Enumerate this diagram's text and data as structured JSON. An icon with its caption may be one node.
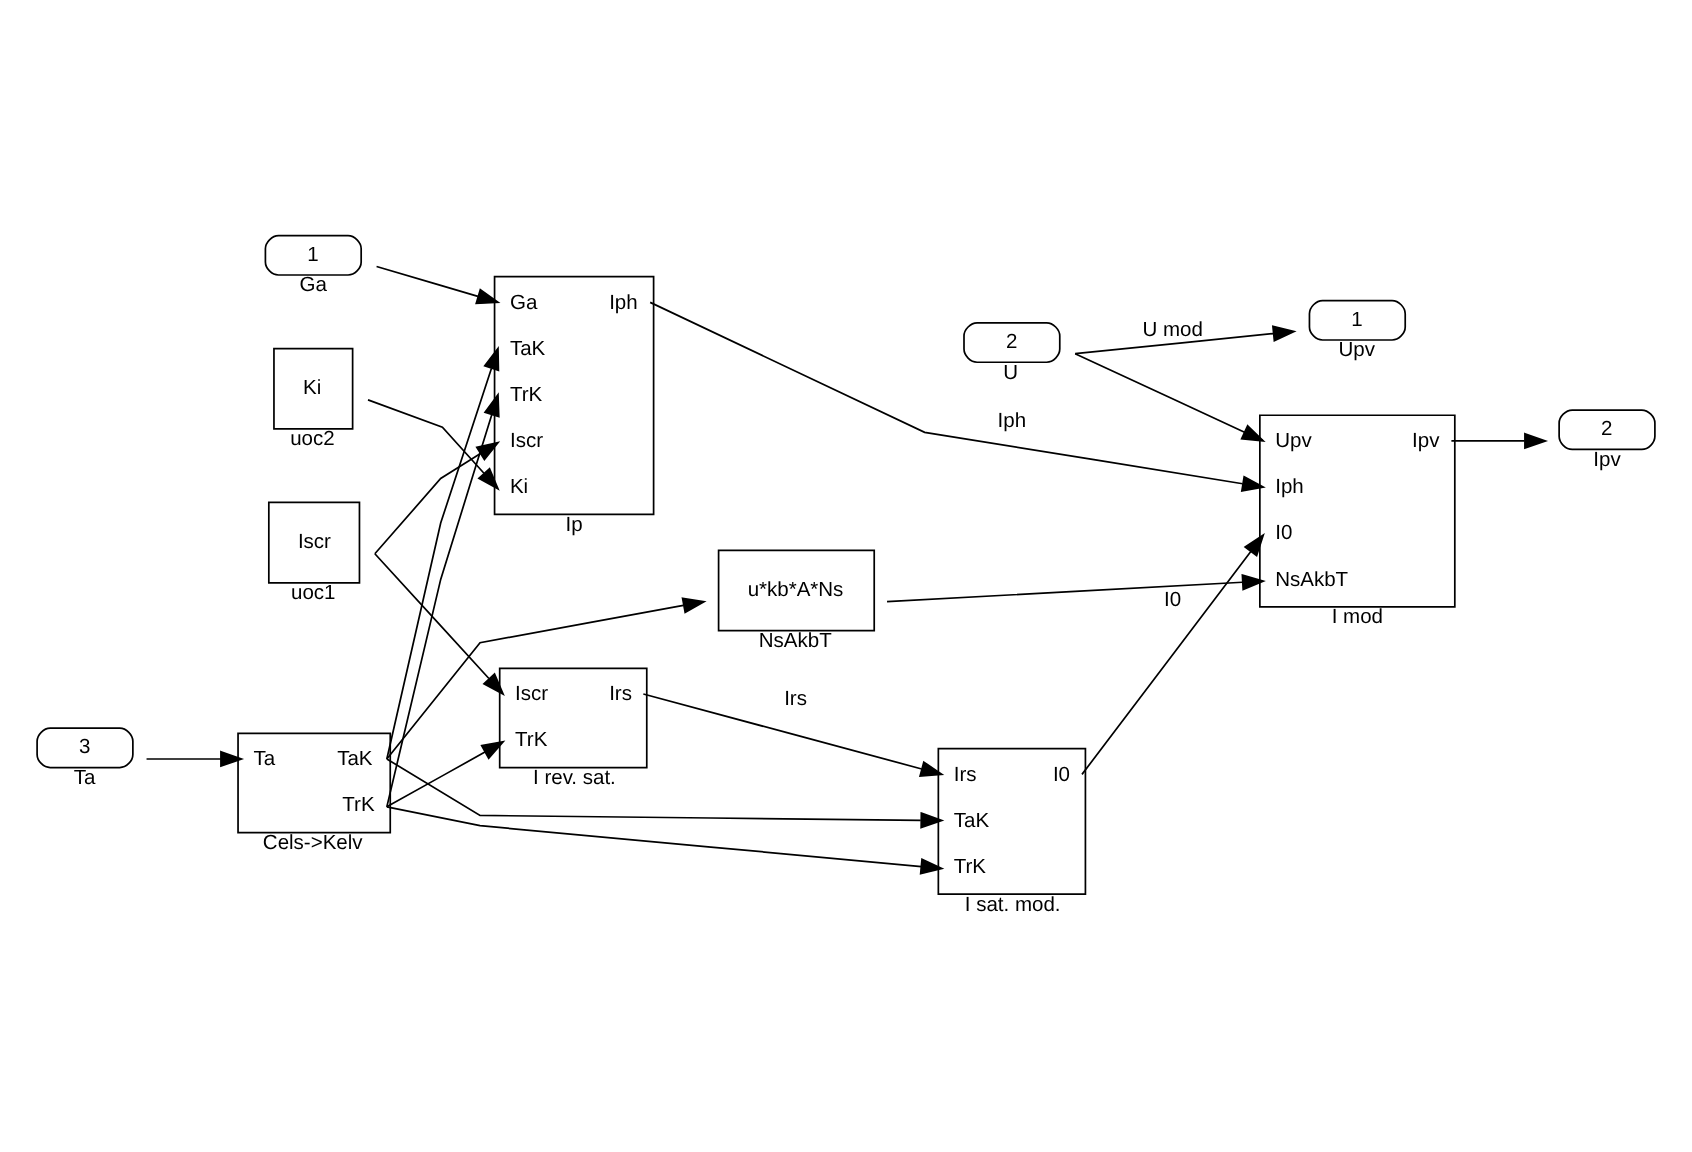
{
  "diagram": {
    "nodes": [
      {
        "text": [
          "1"
        ],
        "beside": [
          "Ga"
        ]
      },
      {
        "text": [
          "3"
        ],
        "beside": [
          "Ta"
        ]
      },
      {
        "text": [
          "Ta",
          "TaK",
          "TrK"
        ],
        "beside": [
          "Cels->Kelv"
        ]
      },
      {
        "text": [
          "Ga",
          "TaK",
          "TrK",
          "Iscr",
          "Ki",
          "Iph"
        ],
        "beside": [
          "Ip"
        ]
      },
      {
        "text": [
          "2"
        ],
        "beside": [
          "U"
        ]
      },
      {
        "text": [
          "1"
        ],
        "beside": [
          "Upv"
        ]
      },
      {
        "text": [
          "Upv",
          "Iph",
          "Ipv",
          "I0",
          "NsAkbT"
        ],
        "beside": [
          "I mod"
        ]
      },
      {
        "text": [
          "2"
        ],
        "beside": [
          "Ipv"
        ]
      },
      {
        "text": [
          "u*kb*A*Ns"
        ],
        "beside": [
          "NsAkbT"
        ]
      },
      {
        "text": [
          "Iscr"
        ],
        "beside": [
          "uoc1"
        ]
      },
      {
        "text": [
          "Ki"
        ],
        "beside": [
          "uoc2"
        ]
      },
      {
        "text": [
          "Iscr",
          "TrK",
          "Irs"
        ],
        "beside": [
          "I rev. sat."
        ]
      },
      {
        "text": [
          "Irs",
          "TaK",
          "TrK",
          "I0"
        ],
        "beside": [
          "I sat. mod."
        ]
      }
    ],
    "edges": [
      {
        "from": 0,
        "to": 3,
        "arrow": "to"
      },
      {
        "from": 1,
        "to": 2,
        "arrow": "to"
      },
      {
        "from": 2,
        "to": 3,
        "arrow": "to"
      },
      {
        "from": 2,
        "to": 8,
        "arrow": "to"
      },
      {
        "from": 2,
        "to": 12,
        "arrow": "to"
      },
      {
        "from": 2,
        "to": 3,
        "arrow": "to"
      },
      {
        "from": 2,
        "to": 11,
        "arrow": "to"
      },
      {
        "from": 2,
        "to": 12,
        "arrow": "to"
      },
      {
        "from": 9,
        "to": 3,
        "arrow": "to"
      },
      {
        "from": 9,
        "to": 11,
        "arrow": "to"
      },
      {
        "from": 10,
        "to": 3,
        "arrow": "to"
      },
      {
        "from": 3,
        "to": 6,
        "arrow": "to",
        "label": "Iph"
      },
      {
        "from": 4,
        "to": 5,
        "arrow": "to",
        "label": "U mod"
      },
      {
        "from": 4,
        "to": 6,
        "arrow": "to"
      },
      {
        "from": 6,
        "to": 7,
        "arrow": "to"
      },
      {
        "from": 8,
        "to": 6,
        "arrow": "to"
      },
      {
        "from": 11,
        "to": 12,
        "arrow": "to",
        "label": "Irs"
      },
      {
        "from": 12,
        "to": 6,
        "arrow": "to",
        "label": "I0"
      }
    ]
  }
}
